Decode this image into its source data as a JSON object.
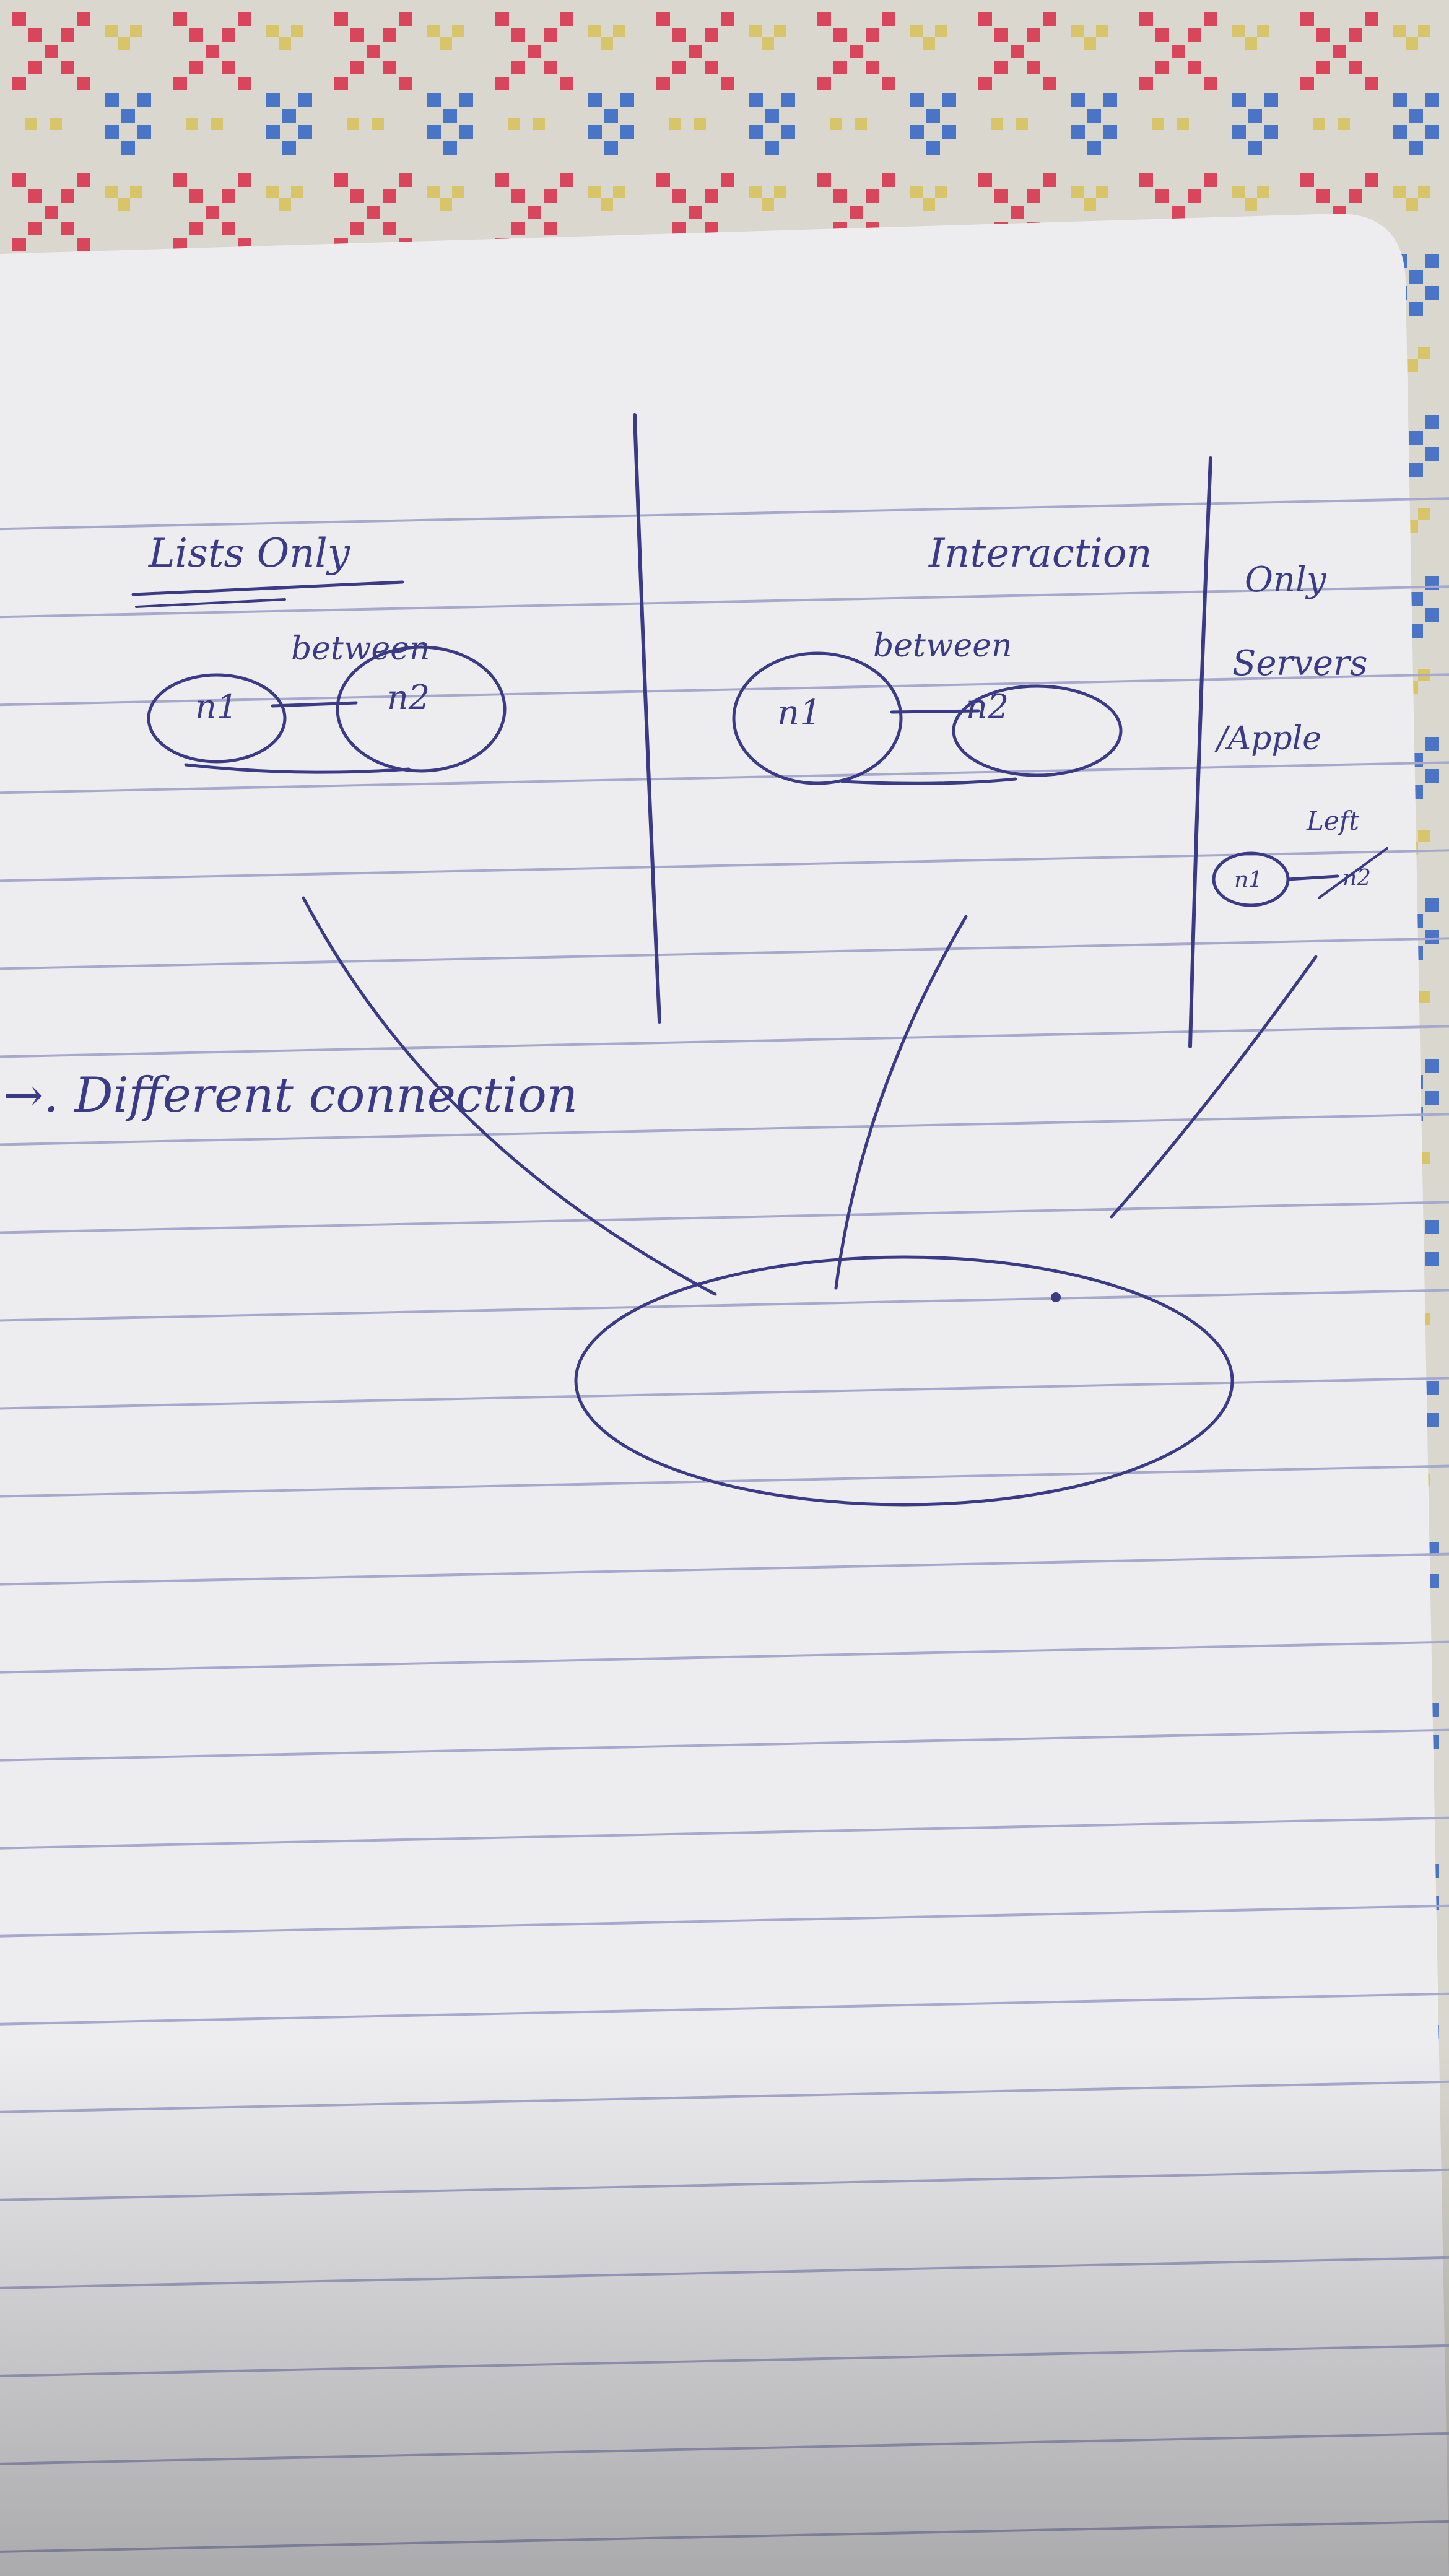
{
  "notes": {
    "col1_title": "Lists Only",
    "col1_relation": "between",
    "col1_node1": "n1",
    "col1_node2": "n2",
    "col2_title": "Interaction",
    "col2_relation": "between",
    "col2_node1": "n1",
    "col2_node2": "n2",
    "col3_line1": "Only",
    "col3_line2": "Servers",
    "col3_line3": "/Apple",
    "col3_relation": "Left",
    "col3_node1": "n1",
    "col3_node2": "n2",
    "bottom_note": "→. Different connection"
  },
  "colors": {
    "ink": "#3b3a86",
    "paper": "#ededf0",
    "rule_line": "#a7a9cc",
    "fabric_red": "#d9455a",
    "fabric_blue": "#4a74c6",
    "fabric_yellow": "#d8c56a"
  }
}
